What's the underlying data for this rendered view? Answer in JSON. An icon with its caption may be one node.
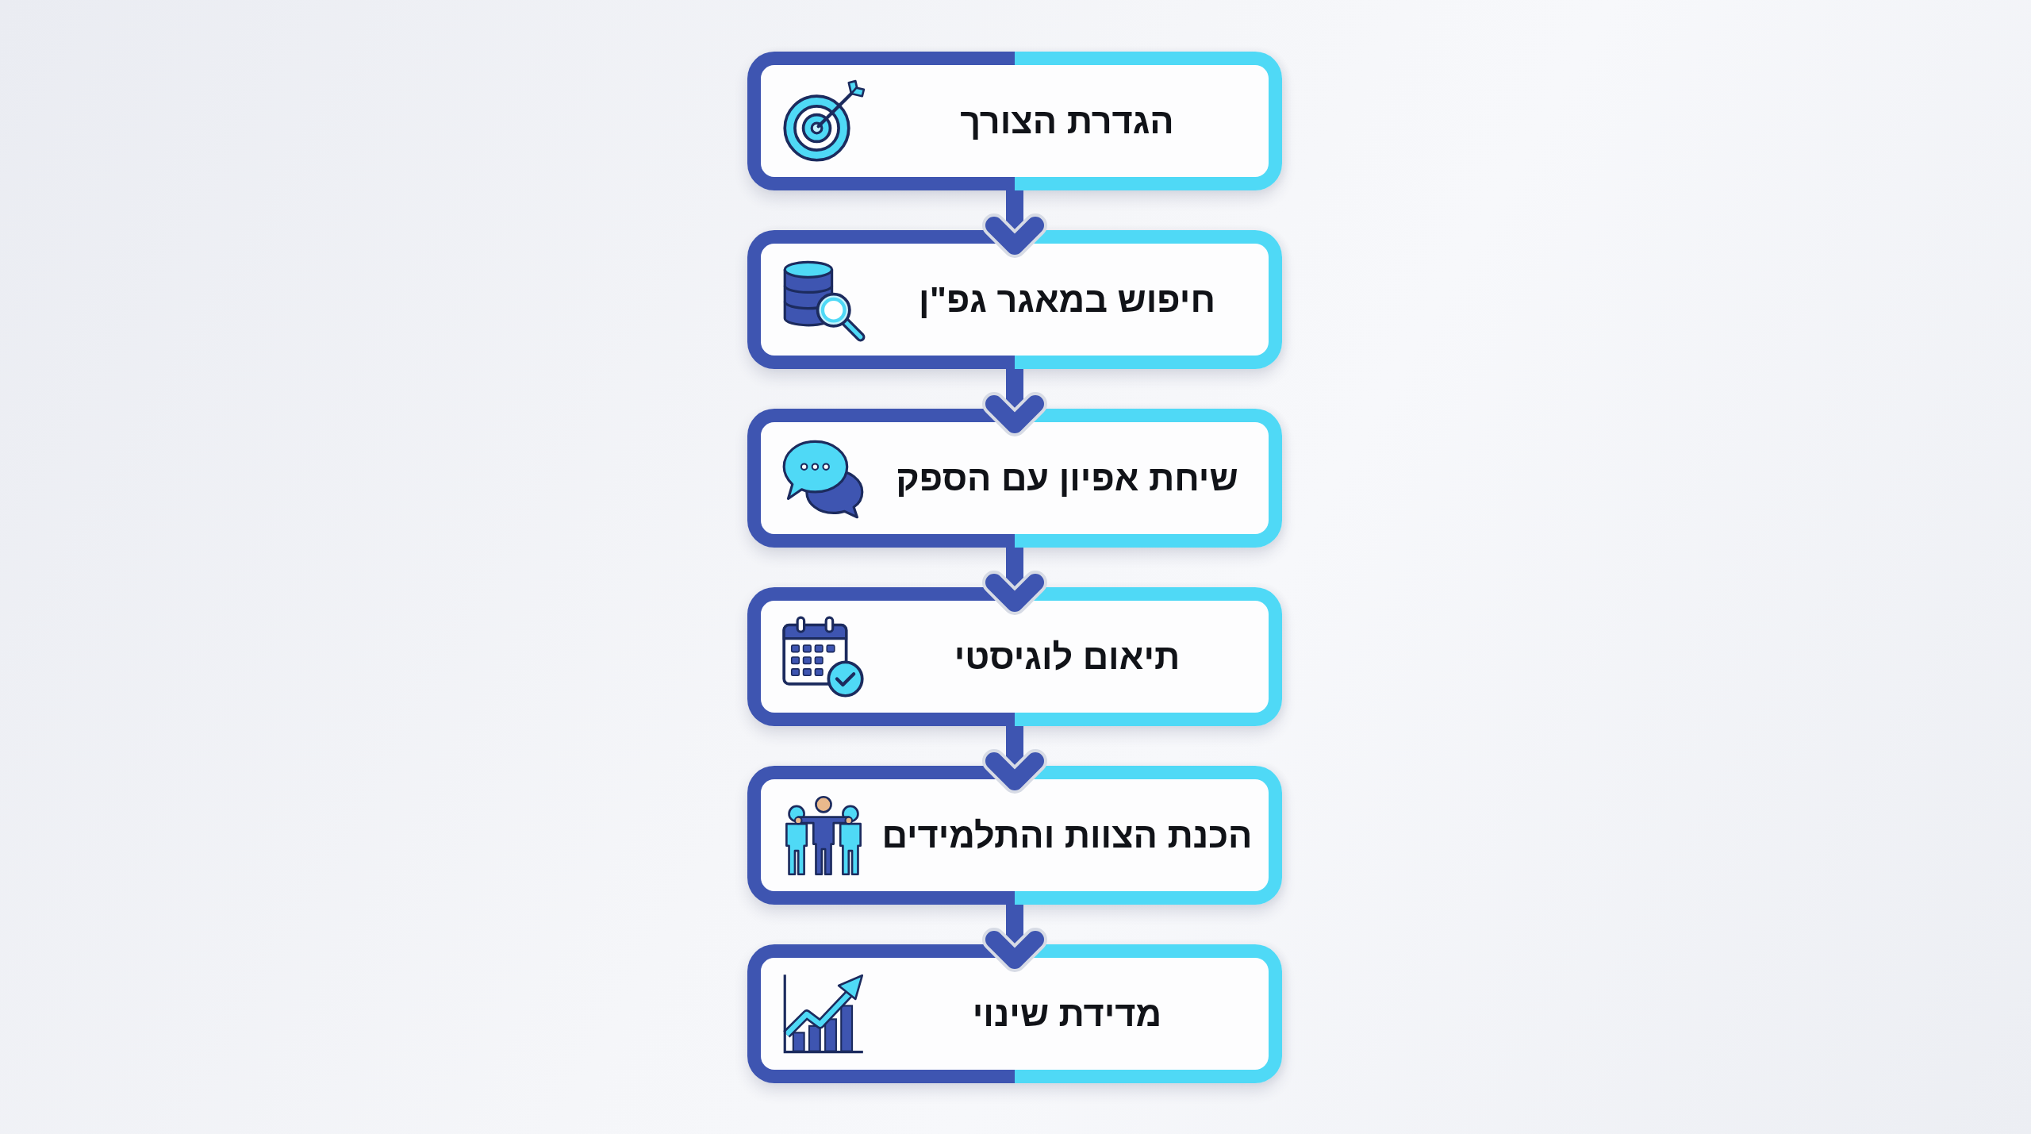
{
  "diagram": {
    "nodes": [
      {
        "text": [
          "הגדרת הצורך"
        ]
      },
      {
        "text": [
          "חיפוש במאגר גפ\"ן"
        ]
      },
      {
        "text": [
          "שיחת אפיון עם הספק"
        ]
      },
      {
        "text": [
          "תיאום לוגיסטי"
        ]
      },
      {
        "text": [
          "הכנת הצוות והתלמידים"
        ]
      },
      {
        "text": [
          "מדידת שינוי"
        ]
      }
    ],
    "edges": [
      {
        "from": 0,
        "to": 1,
        "arrow": "to"
      },
      {
        "from": 1,
        "to": 2,
        "arrow": "to"
      },
      {
        "from": 2,
        "to": 3,
        "arrow": "to"
      },
      {
        "from": 3,
        "to": 4,
        "arrow": "to"
      },
      {
        "from": 4,
        "to": 5,
        "arrow": "to"
      }
    ]
  }
}
